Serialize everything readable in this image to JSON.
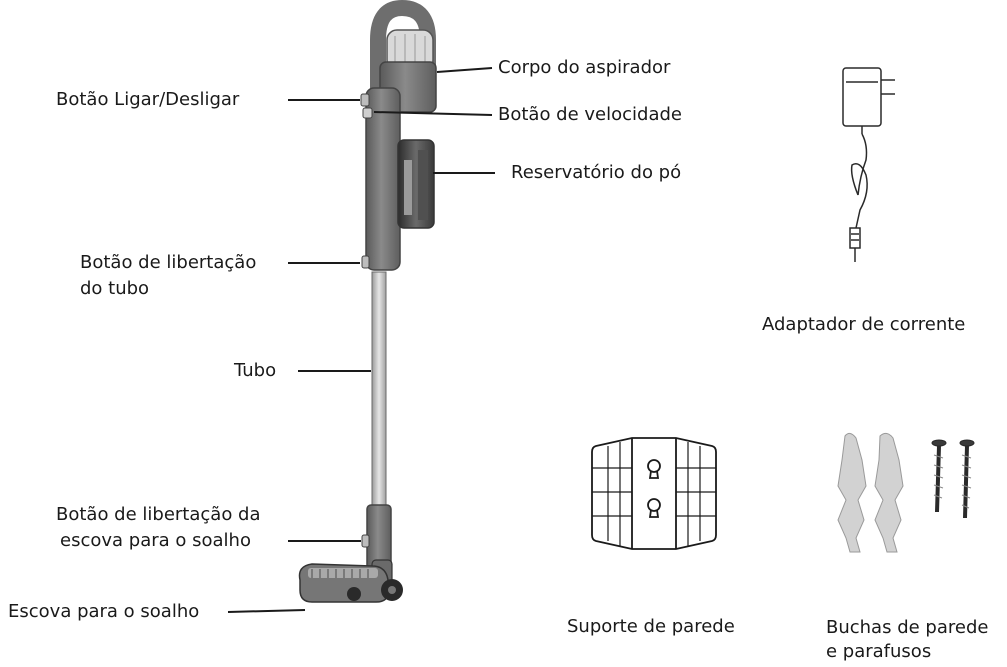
{
  "labels": {
    "body": "Corpo do aspirador",
    "power_button": "Botão Ligar/Desligar",
    "speed_button": "Botão de velocidade",
    "dust_container": "Reservatório do pó",
    "tube_release_line1": "Botão de libertação",
    "tube_release_line2": "do tubo",
    "tube": "Tubo",
    "brush_release_line1": "Botão de libertação da",
    "brush_release_line2": "escova para o soalho",
    "floor_brush": "Escova para o soalho"
  },
  "accessories": {
    "adapter": "Adaptador de corrente",
    "wall_mount": "Suporte de parede",
    "anchors_line1": "Buchas de parede",
    "anchors_line2": "e parafusos"
  }
}
